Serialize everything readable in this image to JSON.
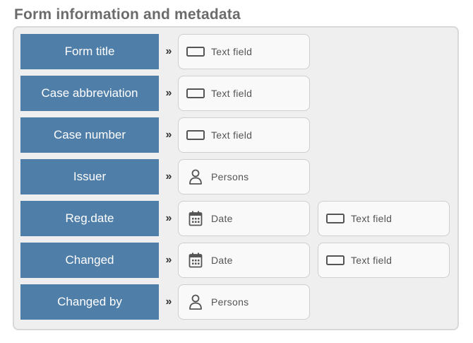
{
  "title": "Form information and metadata",
  "arrow_glyph": "»",
  "colors": {
    "label_bg": "#4f7ea8",
    "field_bg": "#f9f9f9",
    "panel_bg": "#efefef"
  },
  "rows": [
    {
      "label": "Form title",
      "fields": [
        {
          "icon": "text-field-icon",
          "text": "Text field"
        }
      ]
    },
    {
      "label": "Case abbreviation",
      "fields": [
        {
          "icon": "text-field-icon",
          "text": "Text field"
        }
      ]
    },
    {
      "label": "Case number",
      "fields": [
        {
          "icon": "text-field-icon",
          "text": "Text field"
        }
      ]
    },
    {
      "label": "Issuer",
      "fields": [
        {
          "icon": "person-icon",
          "text": "Persons"
        }
      ]
    },
    {
      "label": "Reg.date",
      "fields": [
        {
          "icon": "calendar-icon",
          "text": "Date"
        },
        {
          "icon": "text-field-icon",
          "text": "Text field"
        }
      ]
    },
    {
      "label": "Changed",
      "fields": [
        {
          "icon": "calendar-icon",
          "text": "Date"
        },
        {
          "icon": "text-field-icon",
          "text": "Text field"
        }
      ]
    },
    {
      "label": "Changed by",
      "fields": [
        {
          "icon": "person-icon",
          "text": "Persons"
        }
      ]
    }
  ]
}
